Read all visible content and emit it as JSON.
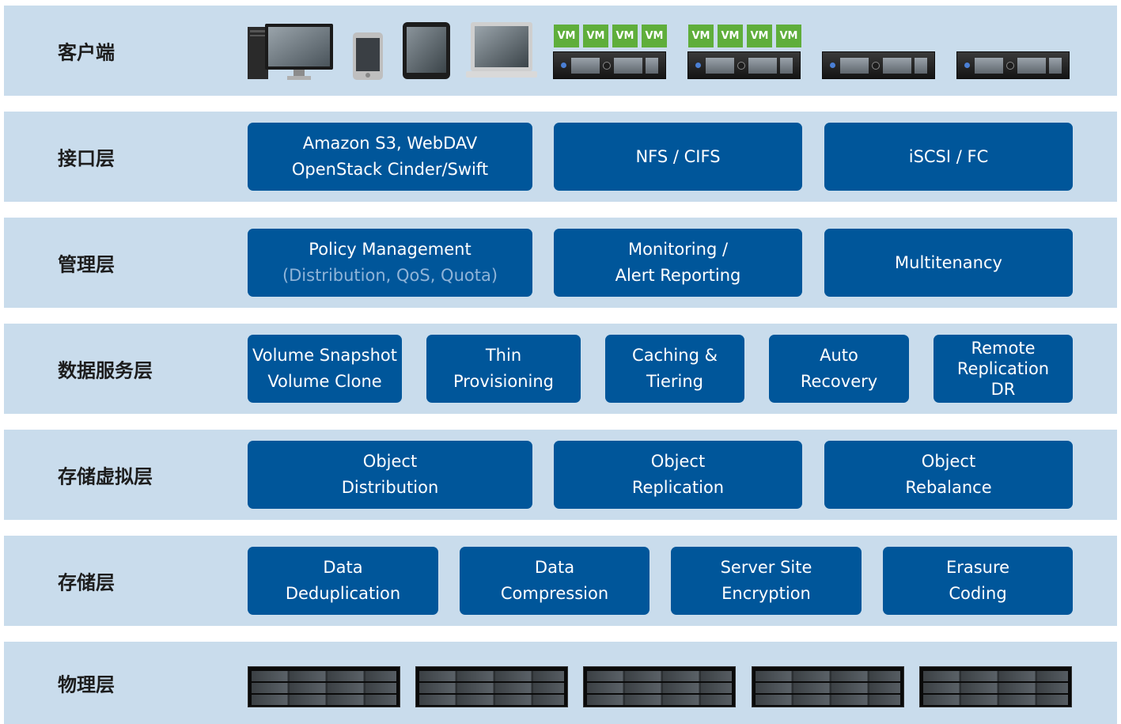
{
  "layers": {
    "client": {
      "label": "客户端",
      "vm_label": "VM",
      "devices": [
        "desktop-pc-icon",
        "smartphone-icon",
        "tablet-icon",
        "laptop-icon",
        "server-icon"
      ]
    },
    "interface": {
      "label": "接口层",
      "boxes": [
        {
          "lines": [
            "Amazon S3, WebDAV",
            "OpenStack Cinder/Swift"
          ]
        },
        {
          "lines": [
            "NFS / CIFS"
          ]
        },
        {
          "lines": [
            "iSCSI / FC"
          ]
        }
      ]
    },
    "management": {
      "label": "管理层",
      "boxes": [
        {
          "lines": [
            "Policy Management",
            "(Distribution, QoS, Quota)"
          ]
        },
        {
          "lines": [
            "Monitoring /",
            "Alert Reporting"
          ]
        },
        {
          "lines": [
            "Multitenancy"
          ]
        }
      ]
    },
    "data_service": {
      "label": "数据服务层",
      "boxes": [
        {
          "lines": [
            "Volume Snapshot",
            "Volume Clone"
          ]
        },
        {
          "lines": [
            "Thin",
            "Provisioning"
          ]
        },
        {
          "lines": [
            "Caching &",
            "Tiering"
          ]
        },
        {
          "lines": [
            "Auto",
            "Recovery"
          ]
        },
        {
          "lines": [
            "Remote",
            "Replication",
            "DR"
          ]
        }
      ]
    },
    "storage_virtualization": {
      "label": "存储虚拟层",
      "boxes": [
        {
          "lines": [
            "Object",
            "Distribution"
          ]
        },
        {
          "lines": [
            "Object",
            "Replication"
          ]
        },
        {
          "lines": [
            "Object",
            "Rebalance"
          ]
        }
      ]
    },
    "storage": {
      "label": "存储层",
      "boxes": [
        {
          "lines": [
            "Data",
            "Deduplication"
          ]
        },
        {
          "lines": [
            "Data",
            "Compression"
          ]
        },
        {
          "lines": [
            "Server Site",
            "Encryption"
          ]
        },
        {
          "lines": [
            "Erasure",
            "Coding"
          ]
        }
      ]
    },
    "physical": {
      "label": "物理层",
      "rack_icon": "storage-rack-icon"
    }
  },
  "colors": {
    "layer_background": "#c9dcec",
    "box_fill": "#00569a",
    "box_text": "#ffffff",
    "muted_text": "#8fb4d8",
    "vm_badge": "#5fae3b"
  }
}
